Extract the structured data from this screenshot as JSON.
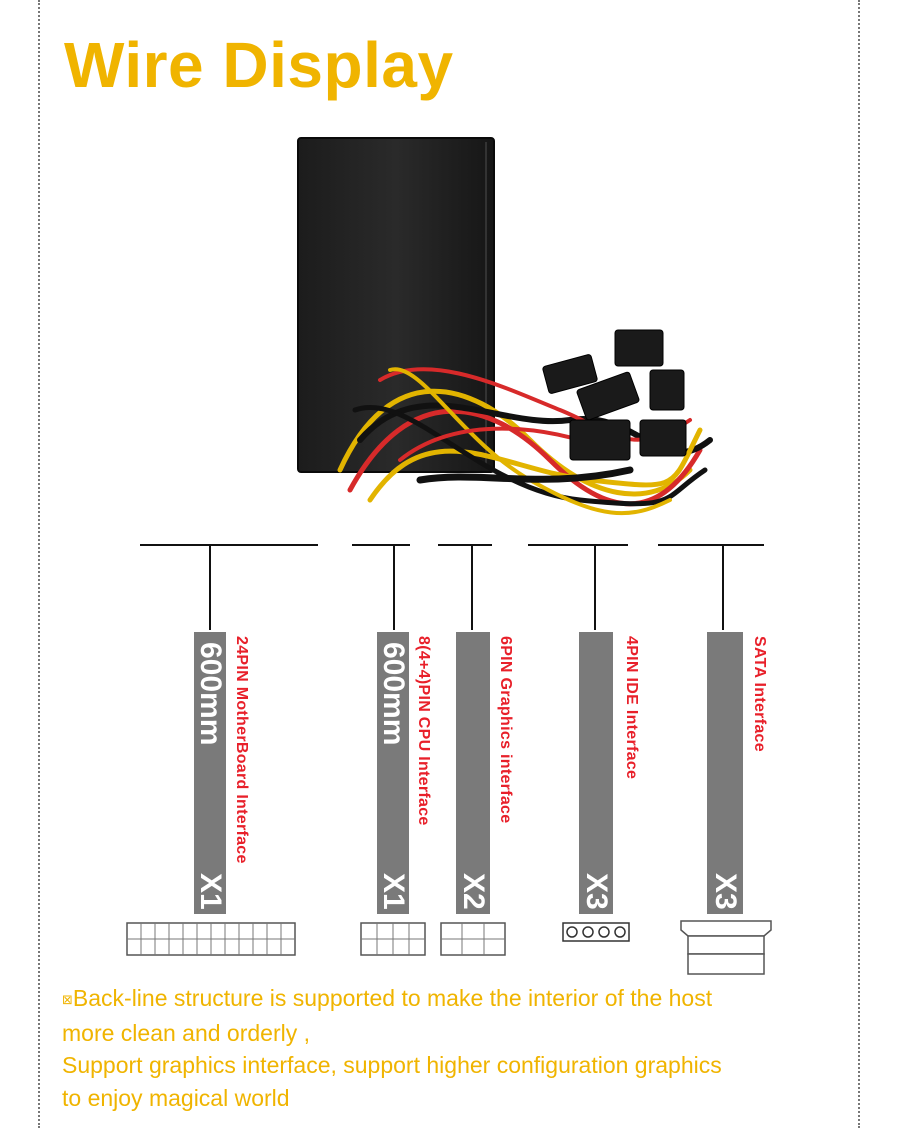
{
  "title": "Wire Display",
  "cables": [
    {
      "label": "24PIN MotherBoard Interface",
      "length": "600mm",
      "qty": "X1"
    },
    {
      "label": "8(4+4)PIN CPU Interface",
      "length": "600mm",
      "qty": "X1"
    },
    {
      "label": "6PIN Graphics interface",
      "length": "",
      "qty": "X2"
    },
    {
      "label": "4PIN IDE Interface",
      "length": "",
      "qty": "X3"
    },
    {
      "label": "SATA Interface",
      "length": "",
      "qty": "X3"
    }
  ],
  "description": {
    "mark": "⊠",
    "line1": "Back-line structure is supported to make the interior of the host",
    "line2": "more clean and orderly ,",
    "line3": "Support graphics interface, support higher configuration graphics",
    "line4": "to enjoy magical world"
  },
  "colors": {
    "title": "#f0b400",
    "label": "#e8202a",
    "bar": "#7a7a7a",
    "body_text": "#f0b400"
  }
}
